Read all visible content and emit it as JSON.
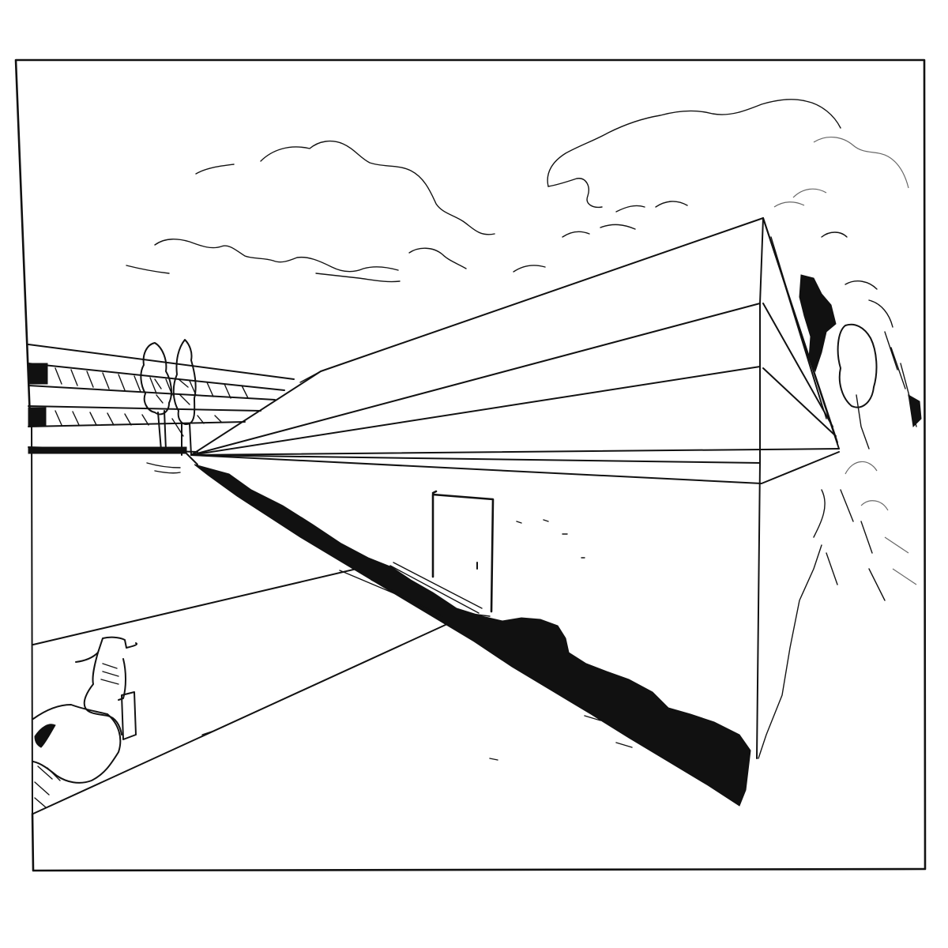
{
  "artwork": {
    "kind": "ink-drawing",
    "style": "one-point perspective sketch",
    "elements": [
      "cloud-left",
      "cloud-right",
      "building-left-striped",
      "tree-1",
      "tree-2",
      "wedge-building",
      "door",
      "cast-shadow",
      "road",
      "figure-with-hat",
      "rock-foreground",
      "foliage-right"
    ]
  },
  "palette": {
    "paper": "#ffffff",
    "ink": "#111111",
    "soft_ink": "#666666"
  }
}
